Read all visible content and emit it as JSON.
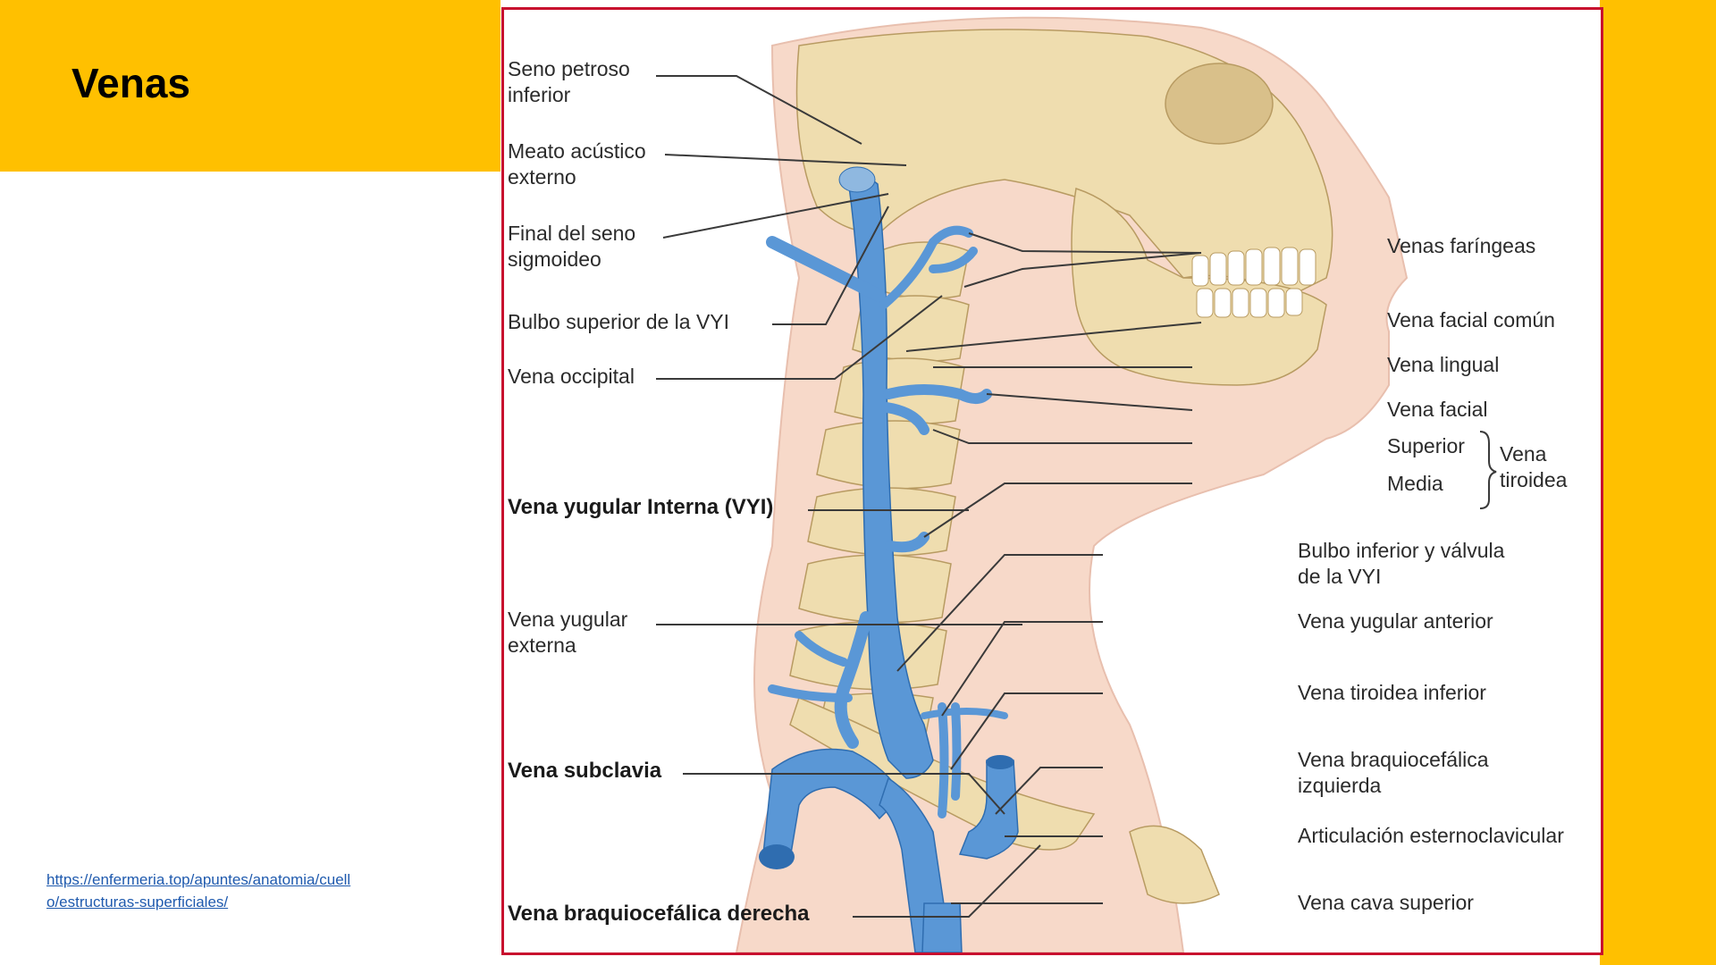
{
  "title": "Venas",
  "source_url": "https://enfermeria.top/apuntes/anatomia/cuello/estructuras-superficiales/",
  "colors": {
    "accent": "#FFC000",
    "frame": "#C8102E",
    "vein": "#5A97D6",
    "bone": "#EFDDAF",
    "skin": "#F7D9C9"
  },
  "labels_left": [
    "Seno petroso inferior",
    "Meato acústico externo",
    "Final del seno sigmoideo",
    "Bulbo superior de la VYI",
    "Vena occipital",
    "Vena yugular Interna (VYI)",
    "Vena yugular externa",
    "Vena subclavia",
    "Vena braquiocefálica derecha"
  ],
  "labels_right": [
    "Venas faríngeas",
    "Vena facial común",
    "Vena lingual",
    "Vena facial",
    "Superior",
    "Media",
    "Vena tiroidea",
    "Bulbo inferior y válvula de la VYI",
    "Vena yugular anterior",
    "Vena tiroidea inferior",
    "Vena braquiocefálica izquierda",
    "Articulación esternoclavicular",
    "Vena cava superior"
  ]
}
